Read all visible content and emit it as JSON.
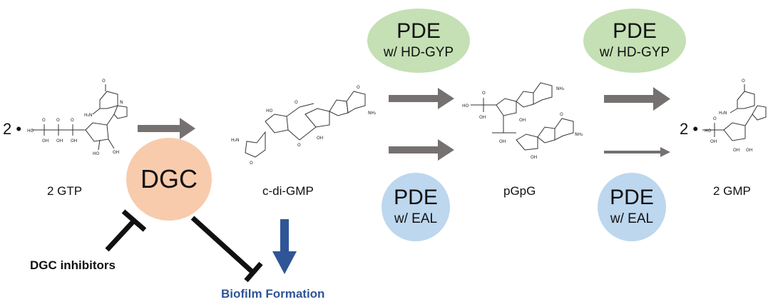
{
  "molecules": {
    "gtp": {
      "name": "2 GTP",
      "coefficient": "2"
    },
    "cdigmp": {
      "name": "c-di-GMP"
    },
    "pgpg": {
      "name": "pGpG"
    },
    "gmp": {
      "name": "2 GMP",
      "coefficient": "2"
    }
  },
  "enzymes": {
    "dgc": {
      "label": "DGC",
      "color": "#f8cbad"
    },
    "pde_hdgyp_1": {
      "title": "PDE",
      "subtitle": "w/ HD-GYP",
      "color": "#c5e0b4"
    },
    "pde_eal_1": {
      "title": "PDE",
      "subtitle": "w/ EAL",
      "color": "#bdd7ee"
    },
    "pde_hdgyp_2": {
      "title": "PDE",
      "subtitle": "w/ HD-GYP",
      "color": "#c5e0b4"
    },
    "pde_eal_2": {
      "title": "PDE",
      "subtitle": "w/ EAL",
      "color": "#bdd7ee"
    }
  },
  "labels": {
    "dgc_inhibitors": "DGC inhibitors",
    "biofilm": "Biofilm Formation"
  },
  "colors": {
    "reaction_arrow": "#767171",
    "inhibition": "#111111",
    "biofilm_arrow": "#2f5597"
  }
}
